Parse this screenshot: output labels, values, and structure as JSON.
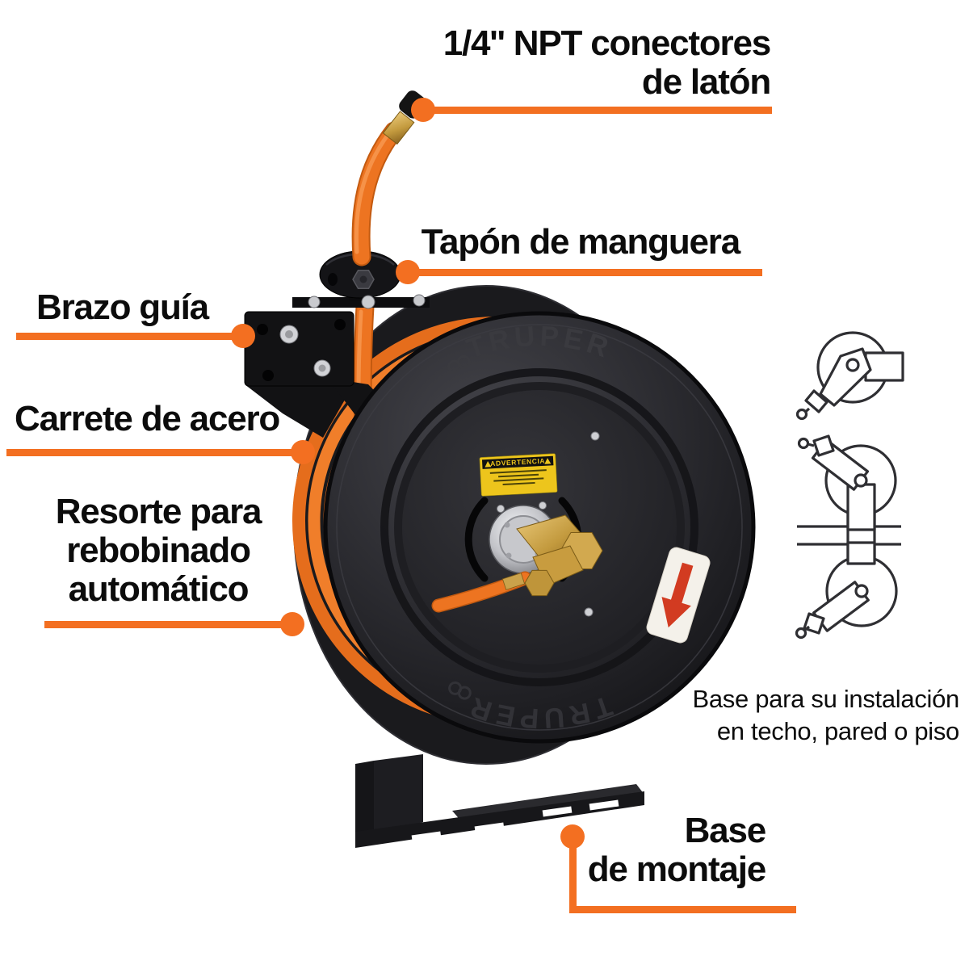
{
  "colors": {
    "accent_orange": "#f36f21",
    "hose_orange": "#ed7421",
    "reel_black": "#222226",
    "warning_yellow": "#edc51c",
    "arrow_red": "#d23b21",
    "brass": "#c9a14e"
  },
  "callouts": {
    "npt_connectors": {
      "text": "1/4'' NPT conectores\nde latón"
    },
    "hose_stop": {
      "text": "Tapón de manguera"
    },
    "guide_arm": {
      "text": "Brazo guía"
    },
    "steel_reel": {
      "text": "Carrete de acero"
    },
    "rewind_spring": {
      "text": "Resorte para\nrebobinado\nautomático"
    },
    "mounting_base": {
      "text": "Base\nde montaje"
    },
    "installation_note": {
      "text": "Base para su instalación\nen techo, pared o piso"
    }
  },
  "product": {
    "brand_top": "TRUPER",
    "brand_bottom": "TRUPER",
    "warning_title": "ADVERTENCIA"
  }
}
